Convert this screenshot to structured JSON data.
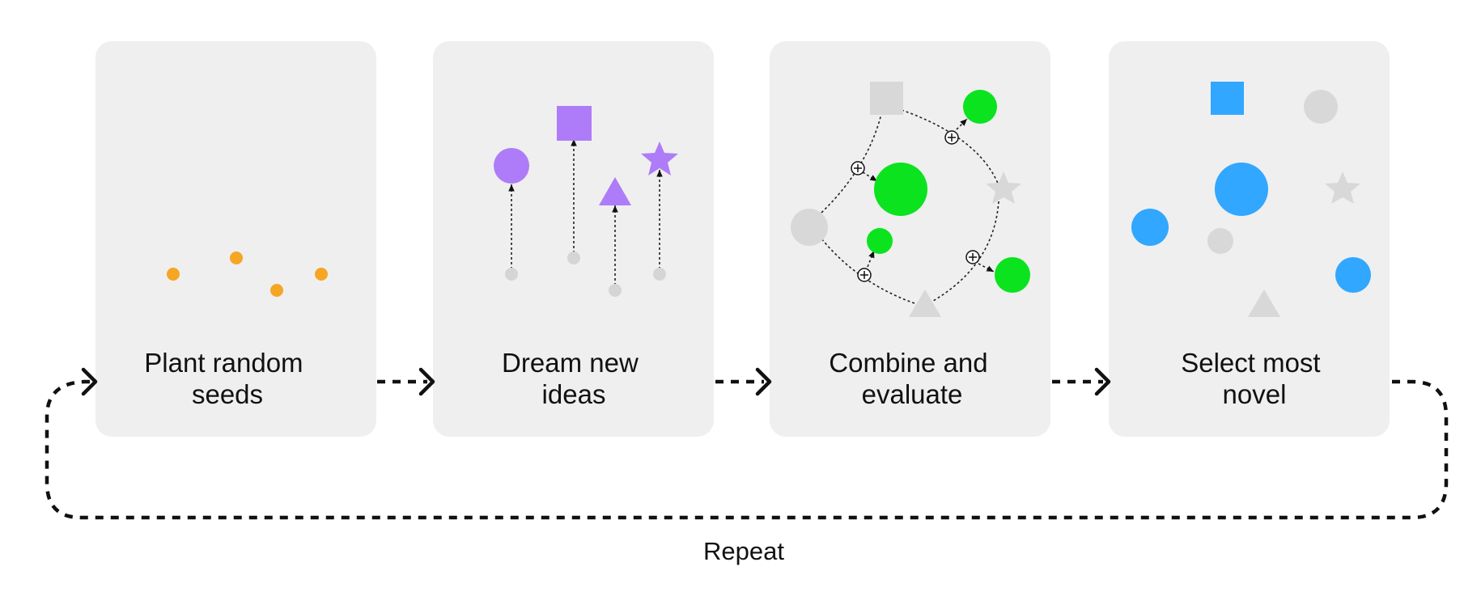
{
  "steps": [
    {
      "label_line1": "Plant random",
      "label_line2": "seeds"
    },
    {
      "label_line1": "Dream new",
      "label_line2": "ideas"
    },
    {
      "label_line1": "Combine and",
      "label_line2": "evaluate"
    },
    {
      "label_line1": "Select most",
      "label_line2": "novel"
    }
  ],
  "loop": {
    "label": "Repeat"
  },
  "colors": {
    "card": "#efefef",
    "seed": "#f5a623",
    "dream": "#ae7cf8",
    "combine": "#0be31f",
    "select": "#31a7ff",
    "neutral": "#d8d8d8",
    "seed_dim": "#d5d5d5"
  },
  "icons": {
    "shapes": [
      "circle",
      "square",
      "triangle",
      "star"
    ],
    "combine": "plus-circle-icon"
  }
}
